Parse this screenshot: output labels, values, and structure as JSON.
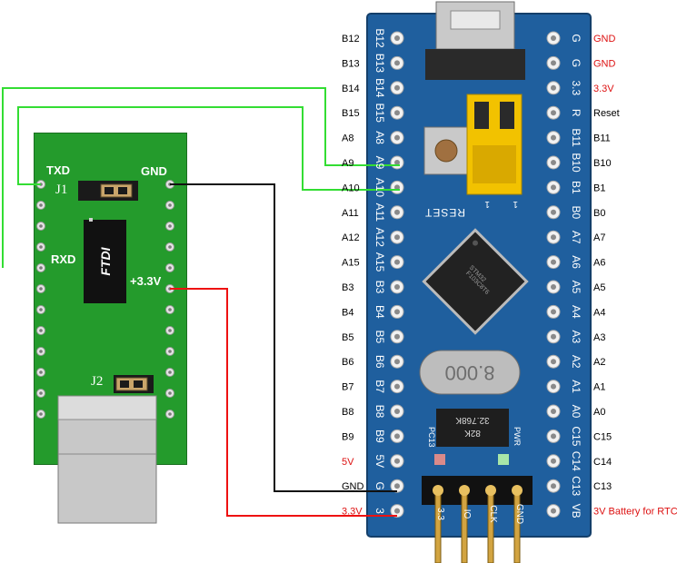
{
  "ftdi_board": {
    "labels": {
      "txd": "TXD",
      "rxd": "RXD",
      "gnd": "GND",
      "v33": "+3.3V",
      "j1": "J1",
      "j2": "J2",
      "chip": "FTDI"
    }
  },
  "stm32_board": {
    "reset_label": "RESET",
    "crystal_label": "8.000",
    "rtc_crystal_label": "32.768K",
    "rtc_crystal_sub": "82K",
    "pc13_label": "PC13",
    "pwr_label": "PWR",
    "chip_text_1": "STM32",
    "chip_text_2": "F103C8T6",
    "jumper_mark_1": "1",
    "jumper_mark_2": "1",
    "left_silk": [
      "B12",
      "B13",
      "B14",
      "B15",
      "A8",
      "A9",
      "A10",
      "A11",
      "A12",
      "A15",
      "B3",
      "B4",
      "B5",
      "B6",
      "B7",
      "B8",
      "B9",
      "5V",
      "G",
      "3"
    ],
    "right_silk": [
      "G",
      "G",
      "3.3",
      "R",
      "B11",
      "B10",
      "B1",
      "B0",
      "A7",
      "A6",
      "A5",
      "A4",
      "A3",
      "A2",
      "A1",
      "A0",
      "C15",
      "C14",
      "C13",
      "VB"
    ],
    "header_silk": [
      "3.3",
      "IO",
      "CLK",
      "GND"
    ]
  },
  "pins_left": [
    {
      "label": "B12",
      "color": "#000000"
    },
    {
      "label": "B13",
      "color": "#000000"
    },
    {
      "label": "B14",
      "color": "#000000"
    },
    {
      "label": "B15",
      "color": "#000000"
    },
    {
      "label": "A8",
      "color": "#000000"
    },
    {
      "label": "A9",
      "color": "#000000"
    },
    {
      "label": "A10",
      "color": "#000000"
    },
    {
      "label": "A11",
      "color": "#000000"
    },
    {
      "label": "A12",
      "color": "#000000"
    },
    {
      "label": "A15",
      "color": "#000000"
    },
    {
      "label": "B3",
      "color": "#000000"
    },
    {
      "label": "B4",
      "color": "#000000"
    },
    {
      "label": "B5",
      "color": "#000000"
    },
    {
      "label": "B6",
      "color": "#000000"
    },
    {
      "label": "B7",
      "color": "#000000"
    },
    {
      "label": "B8",
      "color": "#000000"
    },
    {
      "label": "B9",
      "color": "#000000"
    },
    {
      "label": "5V",
      "color": "#dd1111"
    },
    {
      "label": "GND",
      "color": "#000000"
    },
    {
      "label": "3.3V",
      "color": "#dd1111"
    }
  ],
  "pins_right": [
    {
      "label": "GND",
      "color": "#dd1111"
    },
    {
      "label": "GND",
      "color": "#dd1111"
    },
    {
      "label": "3.3V",
      "color": "#dd1111"
    },
    {
      "label": "Reset",
      "color": "#000000"
    },
    {
      "label": "B11",
      "color": "#000000"
    },
    {
      "label": "B10",
      "color": "#000000"
    },
    {
      "label": "B1",
      "color": "#000000"
    },
    {
      "label": "B0",
      "color": "#000000"
    },
    {
      "label": "A7",
      "color": "#000000"
    },
    {
      "label": "A6",
      "color": "#000000"
    },
    {
      "label": "A5",
      "color": "#000000"
    },
    {
      "label": "A4",
      "color": "#000000"
    },
    {
      "label": "A3",
      "color": "#000000"
    },
    {
      "label": "A2",
      "color": "#000000"
    },
    {
      "label": "A1",
      "color": "#000000"
    },
    {
      "label": "A0",
      "color": "#000000"
    },
    {
      "label": "C15",
      "color": "#000000"
    },
    {
      "label": "C14",
      "color": "#000000"
    },
    {
      "label": "C13",
      "color": "#000000"
    },
    {
      "label": "3V Battery for RTC",
      "color": "#dd1111"
    }
  ],
  "wire_colors": {
    "uart": "#33dd33",
    "ground": "#111111",
    "power": "#ee1111"
  },
  "colors": {
    "ftdi_pcb": "#249b2c",
    "stm32_pcb": "#1f5f9e",
    "jumper": "#f2c200"
  }
}
